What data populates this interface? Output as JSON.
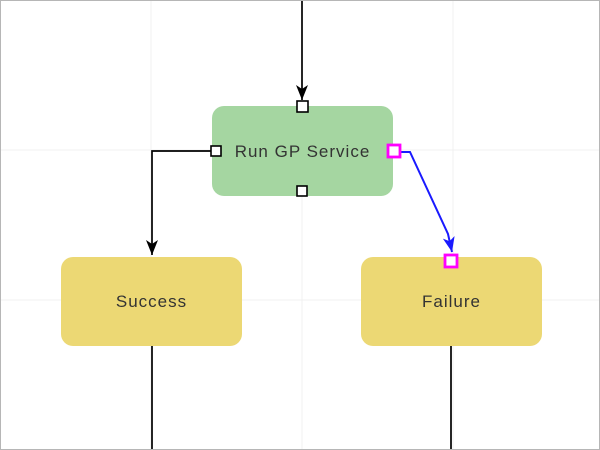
{
  "diagram": {
    "nodes": [
      {
        "label": "Run GP Service",
        "fill": "#a5d6a1",
        "text_color": "#333333"
      },
      {
        "label": "Success",
        "fill": "#ecd874",
        "text_color": "#333333"
      },
      {
        "label": "Failure",
        "fill": "#ecd874",
        "text_color": "#333333"
      }
    ],
    "connectors": [
      {
        "from": "top-edge",
        "to": "Run GP Service",
        "color": "#000000",
        "selected": false
      },
      {
        "from": "Run GP Service",
        "to": "Success",
        "color": "#000000",
        "selected": false
      },
      {
        "from": "Run GP Service",
        "to": "Failure",
        "color": "#1a1aff",
        "selected": true
      },
      {
        "from": "Success",
        "to": "bottom-edge",
        "color": "#000000",
        "selected": false
      },
      {
        "from": "Failure",
        "to": "bottom-edge",
        "color": "#000000",
        "selected": false
      }
    ],
    "colors": {
      "background": "#ffffff",
      "frame_border": "#b6b6b6",
      "grid_line": "#f0f0f0",
      "connector": "#000000",
      "selected_connector": "#1a1aff",
      "selected_handle": "#ff00ff",
      "handle_border": "#000000",
      "handle_fill": "#ffffff"
    }
  }
}
